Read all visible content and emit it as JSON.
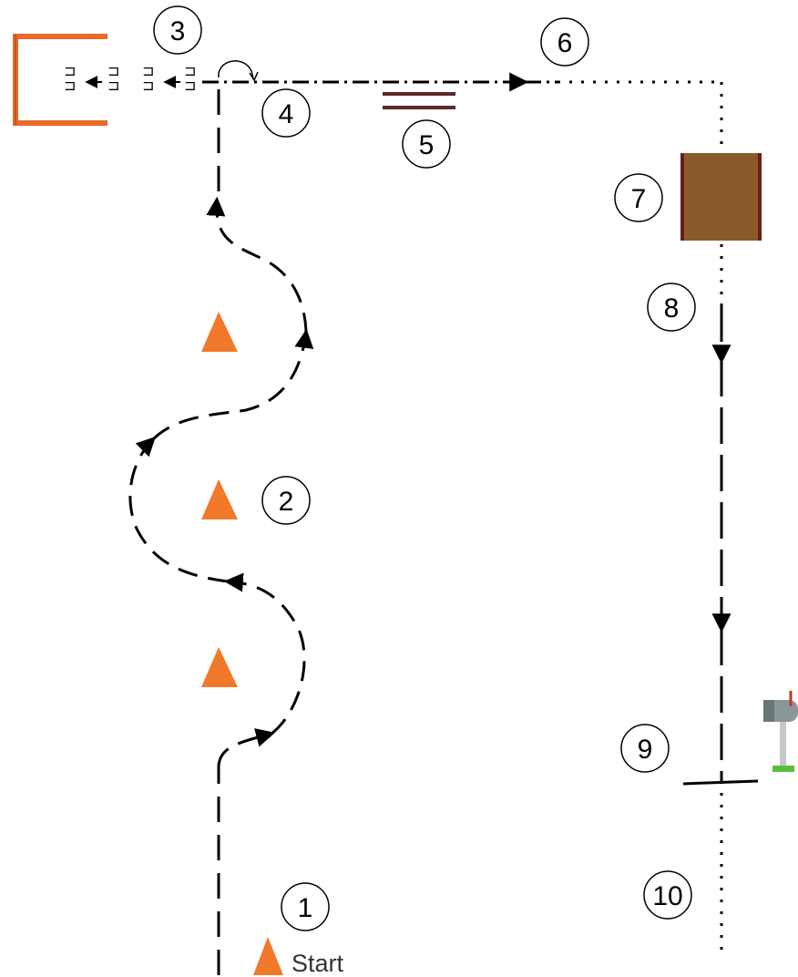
{
  "course": {
    "start_label": "Start",
    "stations": [
      {
        "id": "station-1",
        "number": "1"
      },
      {
        "id": "station-2",
        "number": "2"
      },
      {
        "id": "station-3",
        "number": "3"
      },
      {
        "id": "station-4",
        "number": "4"
      },
      {
        "id": "station-5",
        "number": "5"
      },
      {
        "id": "station-6",
        "number": "6"
      },
      {
        "id": "station-7",
        "number": "7"
      },
      {
        "id": "station-8",
        "number": "8"
      },
      {
        "id": "station-9",
        "number": "9"
      },
      {
        "id": "station-10",
        "number": "10"
      }
    ],
    "obstacles": [
      {
        "name": "gate-icon",
        "color": "#e8692a"
      },
      {
        "name": "traffic-cone-icon",
        "color": "#f07a2a"
      },
      {
        "name": "wooden-box-icon",
        "color": "#8b5a2b"
      },
      {
        "name": "ground-poles-icon",
        "color": "#5b2a2a"
      },
      {
        "name": "mailbox-icon",
        "color": "#7f8c8d"
      }
    ]
  }
}
